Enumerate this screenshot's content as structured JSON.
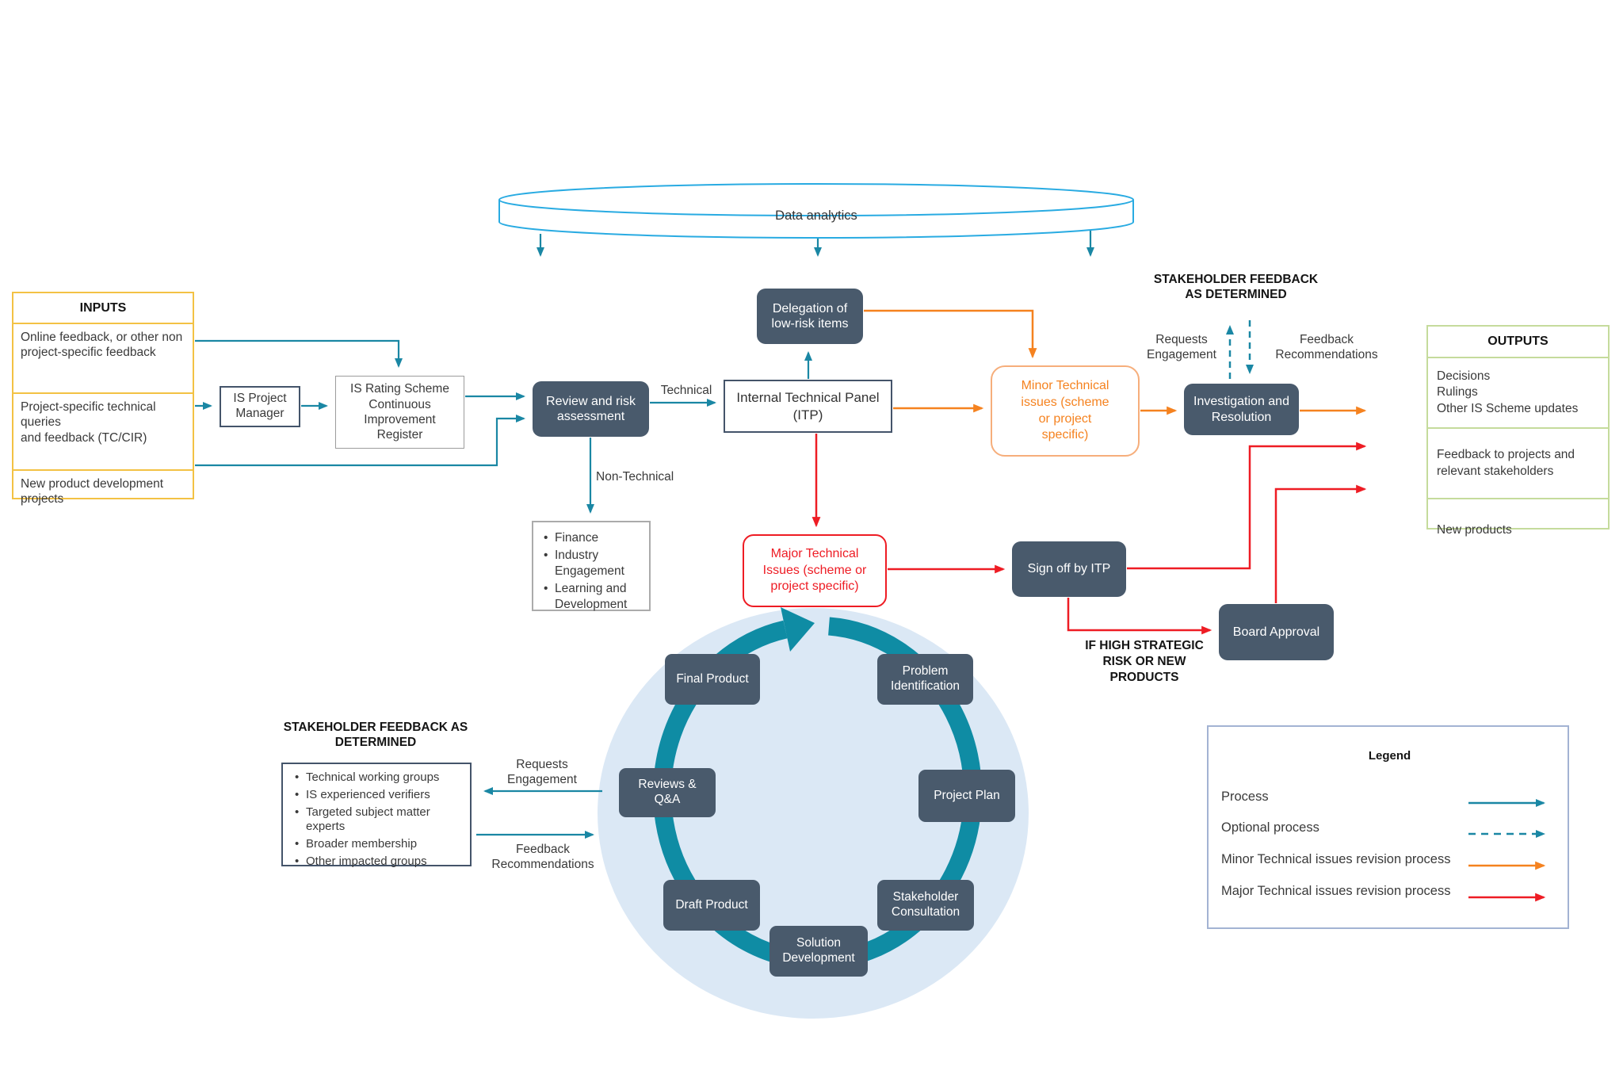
{
  "colors": {
    "process_arrow": "#1A87A4",
    "optional_arrow": "#1A87A4",
    "minor_arrow": "#F5821F",
    "major_arrow": "#EE1C24",
    "node_fill": "#495A6C",
    "cycle_ring": "#0F8CA4",
    "cycle_circle_fill": "#DBE8F5",
    "cylinder_outline": "#29ABE2",
    "inputs_border": "#F3C244",
    "outputs_border": "#C5DB9C",
    "legend_border": "#A3B3D3"
  },
  "cylinder": {
    "label": "Data analytics"
  },
  "inputs": {
    "title": "INPUTS",
    "items": [
      "Online feedback, or other non project-specific feedback",
      "Project-specific technical queries\nand feedback (TC/CIR)",
      "New product development projects"
    ]
  },
  "nodes": {
    "is_project_manager": "IS Project\nManager",
    "is_rating_register": "IS Rating Scheme\nContinuous\nImprovement\nRegister",
    "review_risk": "Review and risk\nassessment",
    "itp": "Internal Technical Panel\n(ITP)",
    "delegation": "Delegation of\nlow-risk items",
    "minor_issues": "Minor Technical\nissues (scheme\nor project\nspecific)",
    "major_issues": "Major Technical\nIssues (scheme or\nproject specific)",
    "sign_off": "Sign off by ITP",
    "board_approval": "Board Approval",
    "investigation": "Investigation and\nResolution"
  },
  "edge_labels": {
    "technical": "Technical",
    "non_technical": "Non-Technical",
    "if_high": "IF HIGH STRATEGIC\nRISK OR NEW\nPRODUCTS"
  },
  "non_technical_box": {
    "items": [
      "Finance",
      "Industry Engagement",
      "Learning and Development"
    ]
  },
  "stakeholder_top": {
    "title": "STAKEHOLDER FEEDBACK\nAS DETERMINED",
    "requests": "Requests\nEngagement",
    "feedback": "Feedback\nRecommendations"
  },
  "stakeholder_left": {
    "title": "STAKEHOLDER FEEDBACK AS\nDETERMINED",
    "items": [
      "Technical working groups",
      "IS experienced verifiers",
      "Targeted subject matter experts",
      "Broader membership",
      "Other impacted groups"
    ],
    "requests": "Requests\nEngagement",
    "feedback": "Feedback\nRecommendations"
  },
  "outputs": {
    "title": "OUTPUTS",
    "rows": [
      "Decisions\nRulings\nOther IS Scheme updates",
      "Feedback to projects and\nrelevant stakeholders",
      "New products"
    ]
  },
  "cycle": {
    "steps": [
      "Problem\nIdentification",
      "Project Plan",
      "Stakeholder\nConsultation",
      "Solution\nDevelopment",
      "Draft Product",
      "Reviews &\nQ&A",
      "Final Product"
    ]
  },
  "legend": {
    "title": "Legend",
    "items": [
      {
        "label": "Process"
      },
      {
        "label": "Optional process"
      },
      {
        "label": "Minor Technical issues revision process"
      },
      {
        "label": "Major Technical issues revision process"
      }
    ]
  }
}
